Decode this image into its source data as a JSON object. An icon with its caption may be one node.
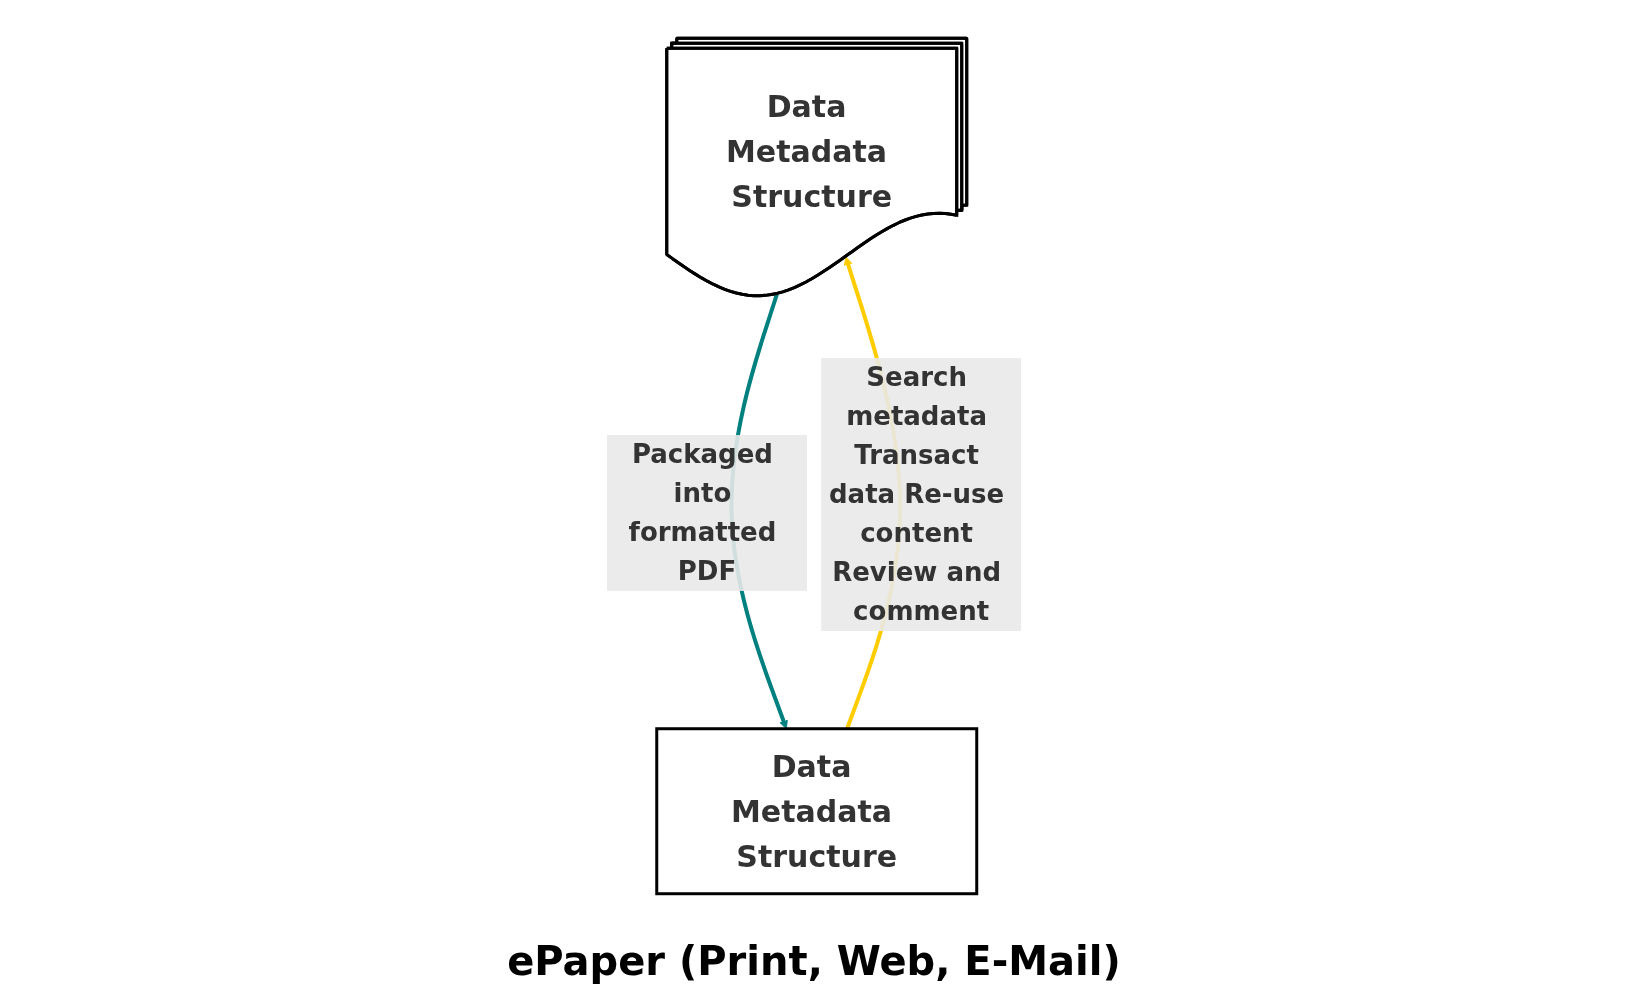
{
  "diagram": {
    "nodes": [
      {
        "text": [
          "Data Metadata Structure"
        ]
      },
      {
        "text": [
          "Data Metadata Structure"
        ],
        "beside": [
          "ePaper (Print, Web, E-Mail)"
        ]
      }
    ],
    "edges": [
      {
        "from": 0,
        "to": 1,
        "arrow": "to",
        "label": "Packaged into formatted PDF",
        "color": "#00807f"
      },
      {
        "from": 1,
        "to": 0,
        "arrow": "to",
        "label": "Search metadata Transact data Re-use content Review and comment",
        "color": "#ffcc00"
      }
    ]
  }
}
